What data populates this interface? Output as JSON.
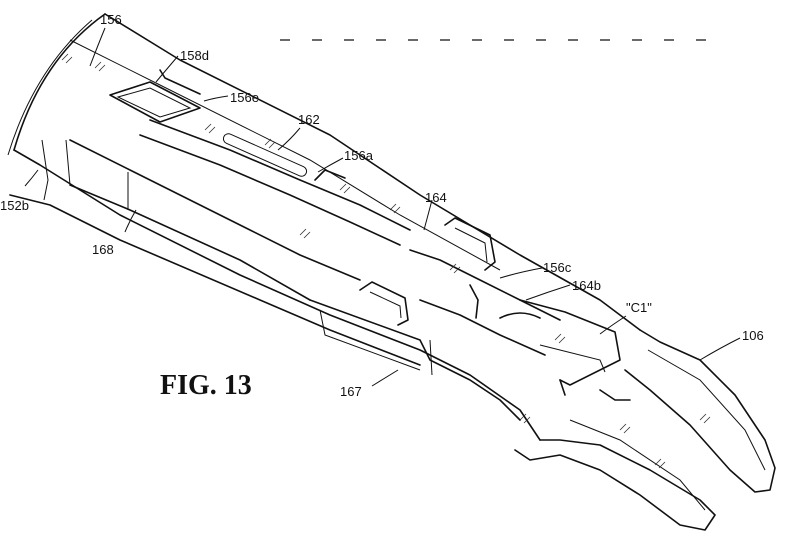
{
  "figure": {
    "title": "FIG. 13",
    "labels": {
      "l156": "156",
      "l158d": "158d",
      "l156e": "156e",
      "l162": "162",
      "l156a": "156a",
      "l164": "164",
      "l156c": "156c",
      "l164b": "164b",
      "lC1": "\"C1\"",
      "l106": "106",
      "l152b": "152b",
      "l168": "168",
      "l167": "167"
    }
  }
}
